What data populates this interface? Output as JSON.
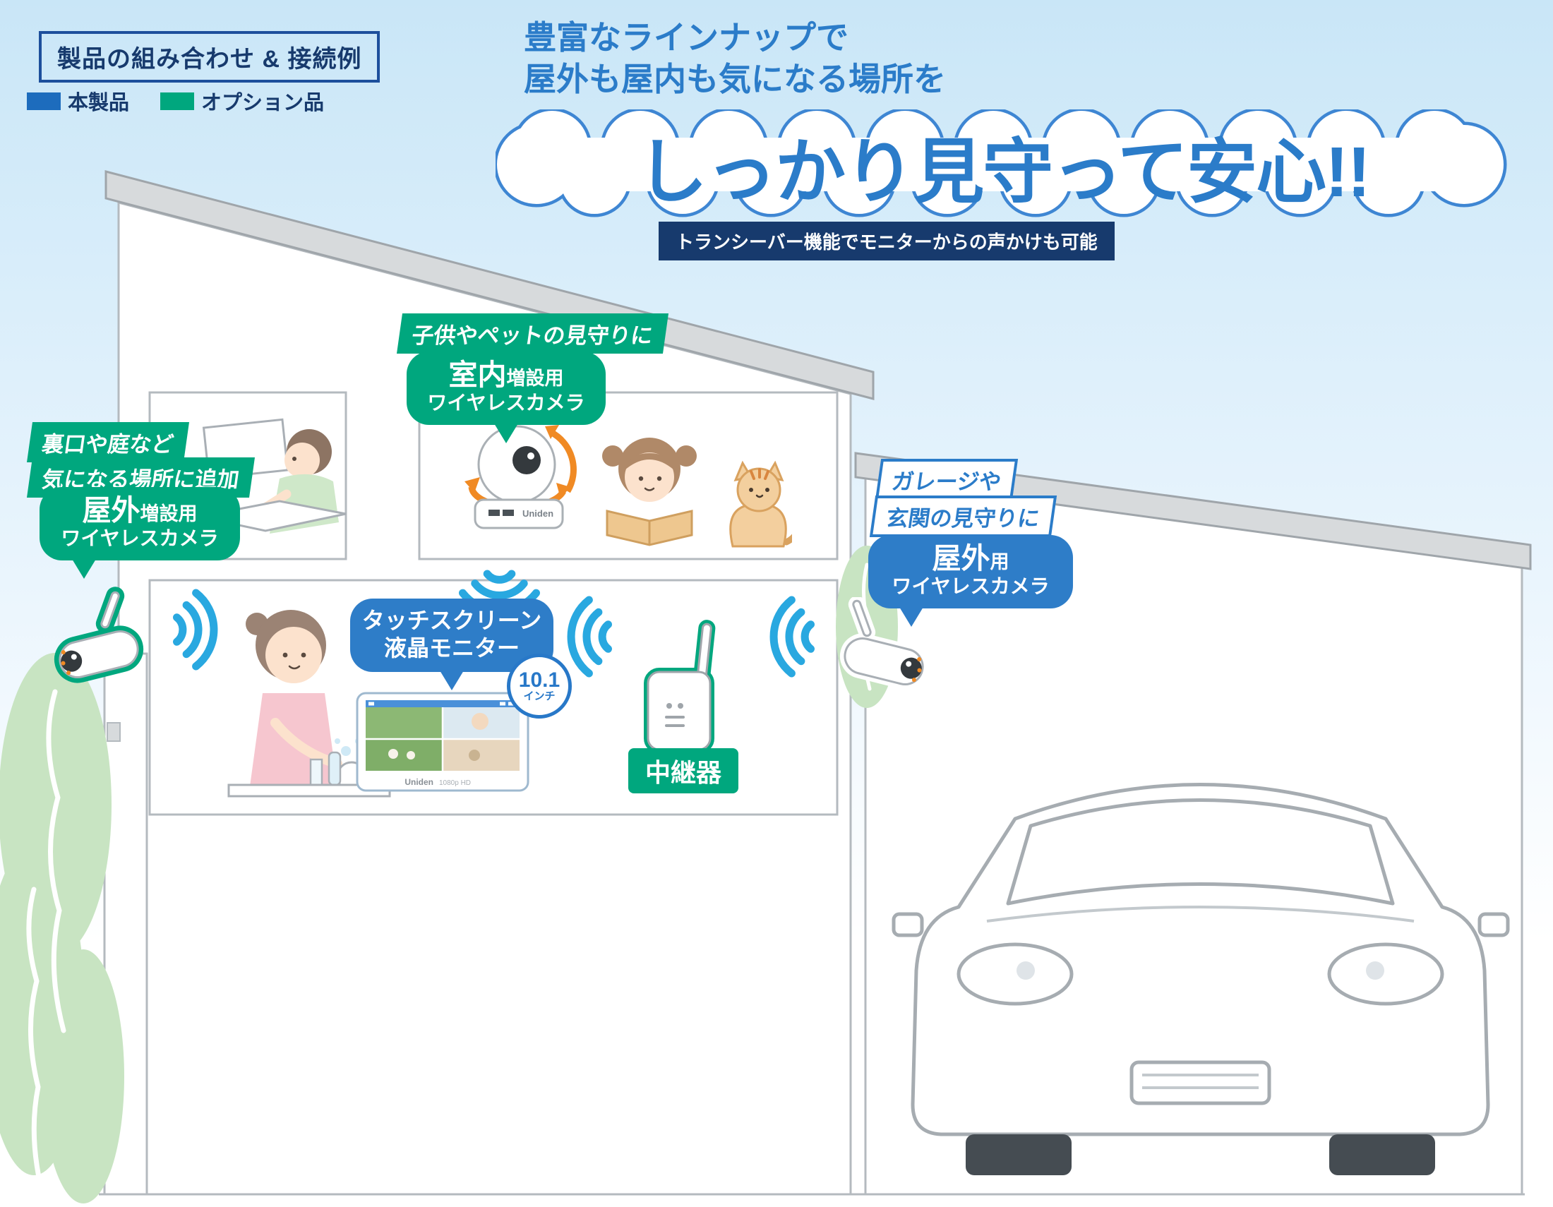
{
  "colors": {
    "brand_blue": "#2b7cc9",
    "deep_navy": "#173a6d",
    "option_green": "#00a77e",
    "signal_blue": "#29a8e0"
  },
  "header": {
    "title": "製品の組み合わせ & 接続例",
    "legend": [
      {
        "label": "本製品"
      },
      {
        "label": "オプション品"
      }
    ],
    "tagline_line1": "豊富なラインナップで",
    "tagline_line2": "屋外も屋内も気になる場所を",
    "main_copy": "しっかり見守って安心!!",
    "sub_banner": "トランシーバー機能でモニターからの声かけも可能"
  },
  "callouts": {
    "indoor_camera": {
      "heading": "子供やペットの見守りに",
      "name_main": "室内",
      "name_suffix": "増設用",
      "name_line2": "ワイヤレスカメラ"
    },
    "backyard_camera": {
      "heading_line1": "裏口や庭など",
      "heading_line2": "気になる場所に追加",
      "name_main": "屋外",
      "name_suffix": "増設用",
      "name_line2": "ワイヤレスカメラ"
    },
    "garage_camera": {
      "heading_line1": "ガレージや",
      "heading_line2": "玄関の見守りに",
      "name_main": "屋外",
      "name_suffix": "用",
      "name_line2": "ワイヤレスカメラ"
    },
    "monitor": {
      "name_line1": "タッチスクリーン",
      "name_line2": "液晶モニター",
      "size_value": "10.1",
      "size_unit": "インチ"
    },
    "repeater_label": "中継器"
  },
  "devices": {
    "camera_brand": "Uniden",
    "monitor_brand": "Uniden",
    "monitor_spec": "1080p HD"
  }
}
